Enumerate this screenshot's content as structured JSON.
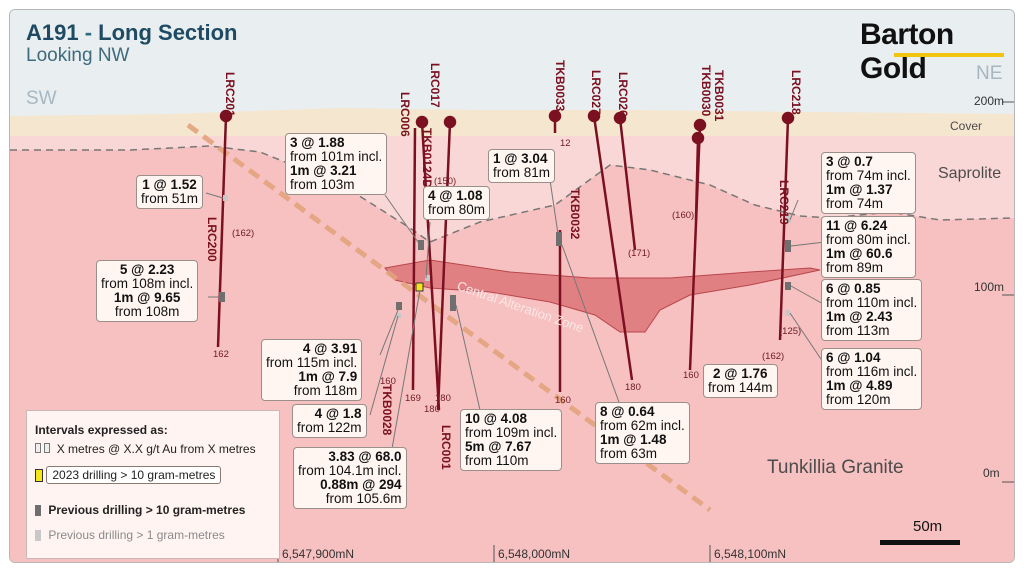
{
  "header": {
    "title_main": "A191",
    "title_sep": " - ",
    "title_rest": "Long Section",
    "subtitle": "Looking NW",
    "brand": "Barton Gold",
    "brand_color": "#f1c40f"
  },
  "directions": {
    "left": "SW",
    "right": "NE"
  },
  "elevations": {
    "e200": "200m",
    "e100": "100m",
    "e0": "0m"
  },
  "zones": {
    "cover": "Cover",
    "saprolite": "Saprolite",
    "granite": "Tunkillia Granite",
    "central": "Central Alteration Zone"
  },
  "holes": {
    "LRC201": "LRC201",
    "LRC200": "LRC200",
    "LRC006": "LRC006",
    "LRC017": "LRC017",
    "TKB0124D": "TKB0124D",
    "TKB0028": "TKB0028",
    "LRC001": "LRC001",
    "TKB0033": "TKB0033",
    "TKB0032": "TKB0032",
    "LRC027": "LRC027",
    "LRC026": "LRC026",
    "TKB0030": "TKB0030",
    "TKB0031": "TKB0031",
    "LRC218": "LRC218",
    "LRC219": "LRC219"
  },
  "depth_labels": {
    "d162a": "(162)",
    "d162b": "162",
    "d150": "(150)",
    "d160a": "160",
    "d169": "169",
    "d180a": "180",
    "d180b": "180",
    "d12": "12",
    "d160b": "160",
    "d180c": "180",
    "d171": "(171)",
    "d160c": "(160)",
    "d160d": "160",
    "d125": "(125)",
    "d162c": "(162)"
  },
  "callouts": {
    "c1": {
      "l1": "1 @ 1.52",
      "l2": "from 51m"
    },
    "c2": {
      "l1": "5 @ 2.23",
      "l2": "from 108m incl.",
      "l3": "1m @ 9.65",
      "l4": "from 108m"
    },
    "c3": {
      "l1": "3 @ 1.88",
      "l2": "from 101m incl.",
      "l3": "1m @ 3.21",
      "l4": "from 103m"
    },
    "c4": {
      "l1": "4 @ 1.08",
      "l2": "from 80m"
    },
    "c5": {
      "l1": "1 @ 3.04",
      "l2": "from 81m"
    },
    "c6": {
      "l1": "4 @ 3.91",
      "l2": "from 115m incl.",
      "l3": "1m @ 7.9",
      "l4": "from 118m"
    },
    "c7": {
      "l1": "4 @ 1.8",
      "l2": "from 122m"
    },
    "c8": {
      "l1": "3.83 @ 68.0",
      "l2": "from 104.1m incl.",
      "l3": "0.88m @ 294",
      "l4": "from 105.6m"
    },
    "c9": {
      "l1": "10 @ 4.08",
      "l2": "from 109m incl.",
      "l3": "5m @ 7.67",
      "l4": "from 110m"
    },
    "c10": {
      "l1": "8 @ 0.64",
      "l2": "from 62m incl.",
      "l3": "1m @ 1.48",
      "l4": "from 63m"
    },
    "c11": {
      "l1": "2 @ 1.76",
      "l2": "from 144m"
    },
    "c12": {
      "l1": "3 @ 0.7",
      "l2": "from 74m incl.",
      "l3": "1m @ 1.37",
      "l4": "from 74m"
    },
    "c13": {
      "l1": "11 @ 6.24",
      "l2": "from 80m incl.",
      "l3": "1m @ 60.6",
      "l4": "from 89m"
    },
    "c14": {
      "l1": "6 @ 0.85",
      "l2": "from 110m incl.",
      "l3": "1m @ 2.43",
      "l4": "from 113m"
    },
    "c15": {
      "l1": "6 @ 1.04",
      "l2": "from 116m incl.",
      "l3": "1m @ 4.89",
      "l4": "from 120m"
    }
  },
  "legend": {
    "title": "Intervals expressed as:",
    "row1": "X metres @ X.X g/t Au from X metres",
    "row2": "2023 drilling > 10 gram-metres",
    "row3": "Previous drilling > 10 gram-metres",
    "row4": "Previous drilling > 1 gram-metres",
    "color_2023": "#f5e61c",
    "color_prev10": "#6f6f6f",
    "color_prev1": "#c8c8c8"
  },
  "coordinates": {
    "c1": "6,547,900mN",
    "c2": "6,548,000mN",
    "c3": "6,548,100mN"
  },
  "scale": {
    "label": "50m"
  },
  "colors": {
    "sky": "#e9eef0",
    "cover": "#f5e6cf",
    "saprolite": "#fad7d7",
    "granite": "#f7c1c1",
    "central_zone": "#d96a6e",
    "drillhole": "#7a1020"
  }
}
